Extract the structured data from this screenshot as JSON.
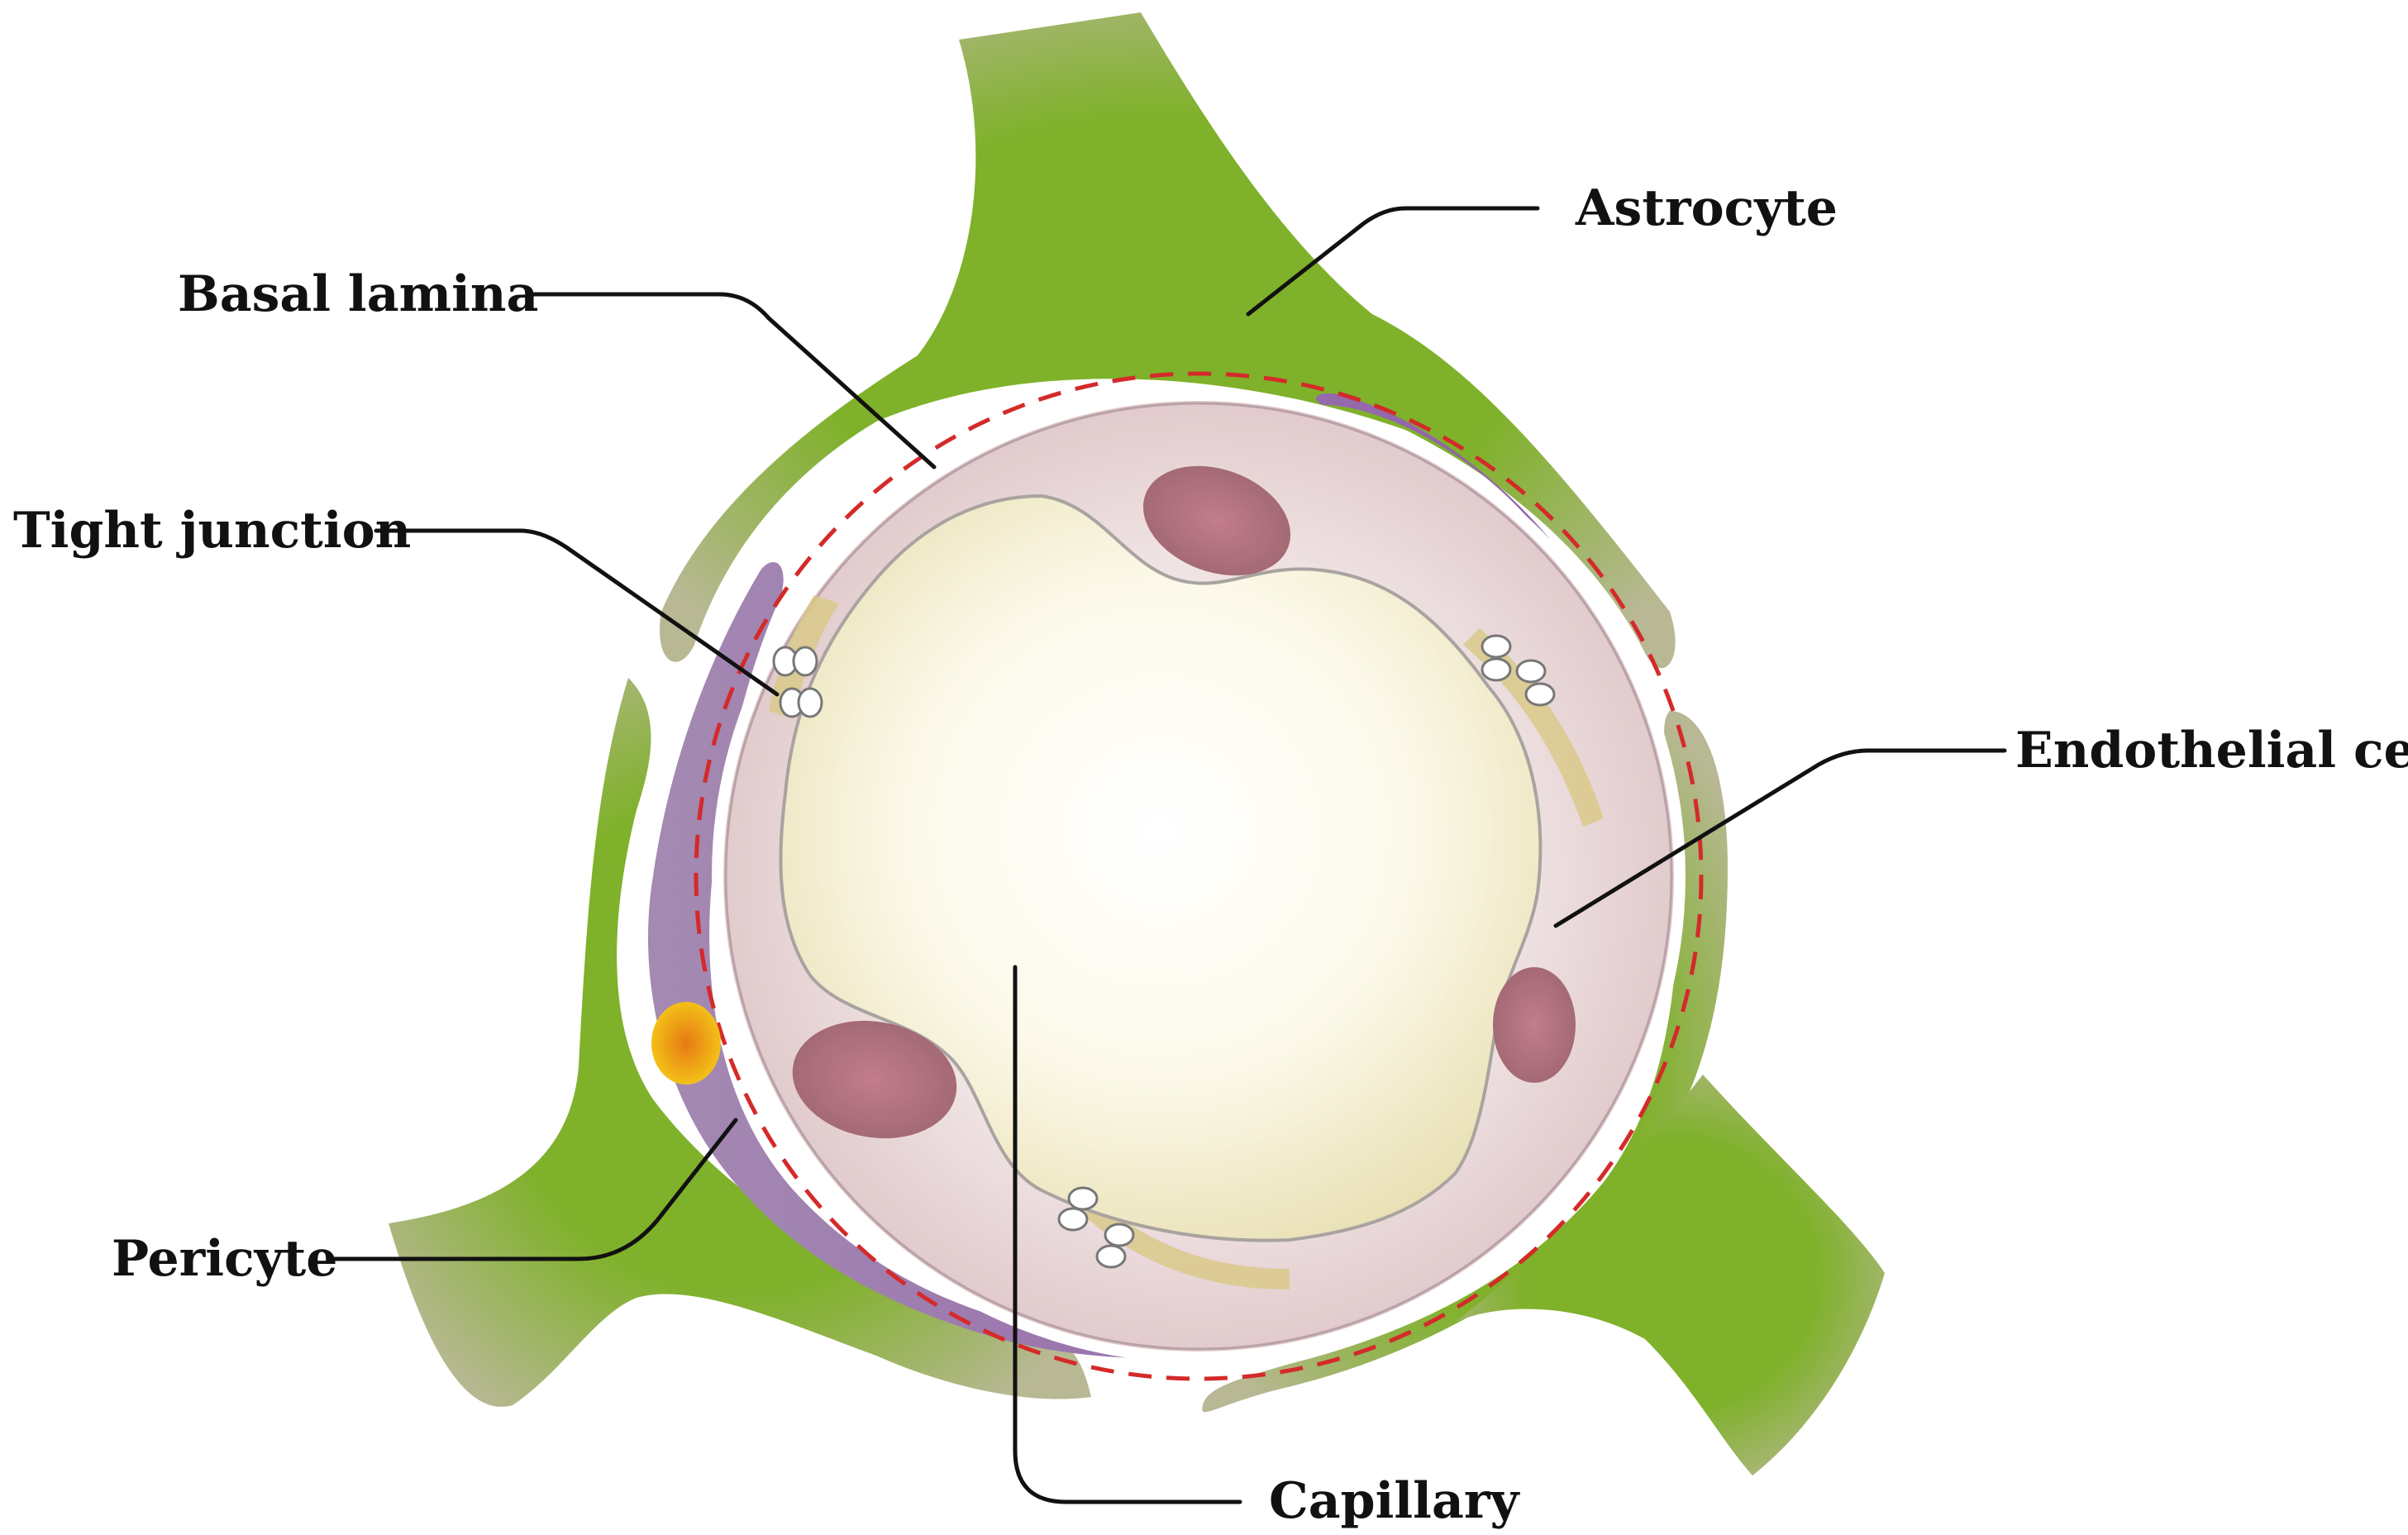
{
  "labels": {
    "astrocyte": "Astrocyte",
    "basal_lamina": "Basal lamina",
    "tight_junction": "Tight junction",
    "endothelial_cell": "Endothelial cell",
    "pericyte": "Pericyte",
    "capillary": "Capillary"
  },
  "colors": {
    "astrocyte": "#7fb12a",
    "astrocyte_faded": "#b8b894",
    "pericyte": "#9464ac",
    "endothelium": "#e6cfd1",
    "nucleus": "#a86c78",
    "lumen": "#fbf7e6",
    "basal_lamina": "#d42a2a",
    "pericyte_nucleus": "#f0a414"
  }
}
